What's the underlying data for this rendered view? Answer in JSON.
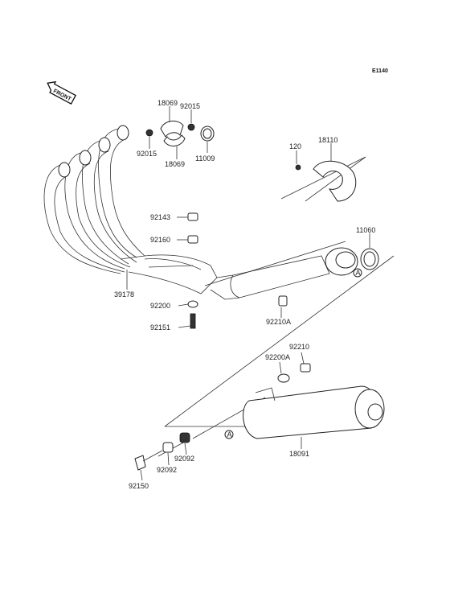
{
  "diagram": {
    "code": "E1140",
    "front_label": "FRONT",
    "ref_marker": "A",
    "parts": {
      "p18069_top": "18069",
      "p92015_top": "92015",
      "p92015_left": "92015",
      "p18069_bottom": "18069",
      "p11009": "11009",
      "p120": "120",
      "p18110": "18110",
      "p11060": "11060",
      "p92143": "92143",
      "p92160": "92160",
      "p39178": "39178",
      "p92200": "92200",
      "p92151": "92151",
      "p92210A": "92210A",
      "p92210": "92210",
      "p92200A": "92200A",
      "p18091": "18091",
      "p92092_right": "92092",
      "p92092_left": "92092",
      "p92150": "92150"
    }
  }
}
